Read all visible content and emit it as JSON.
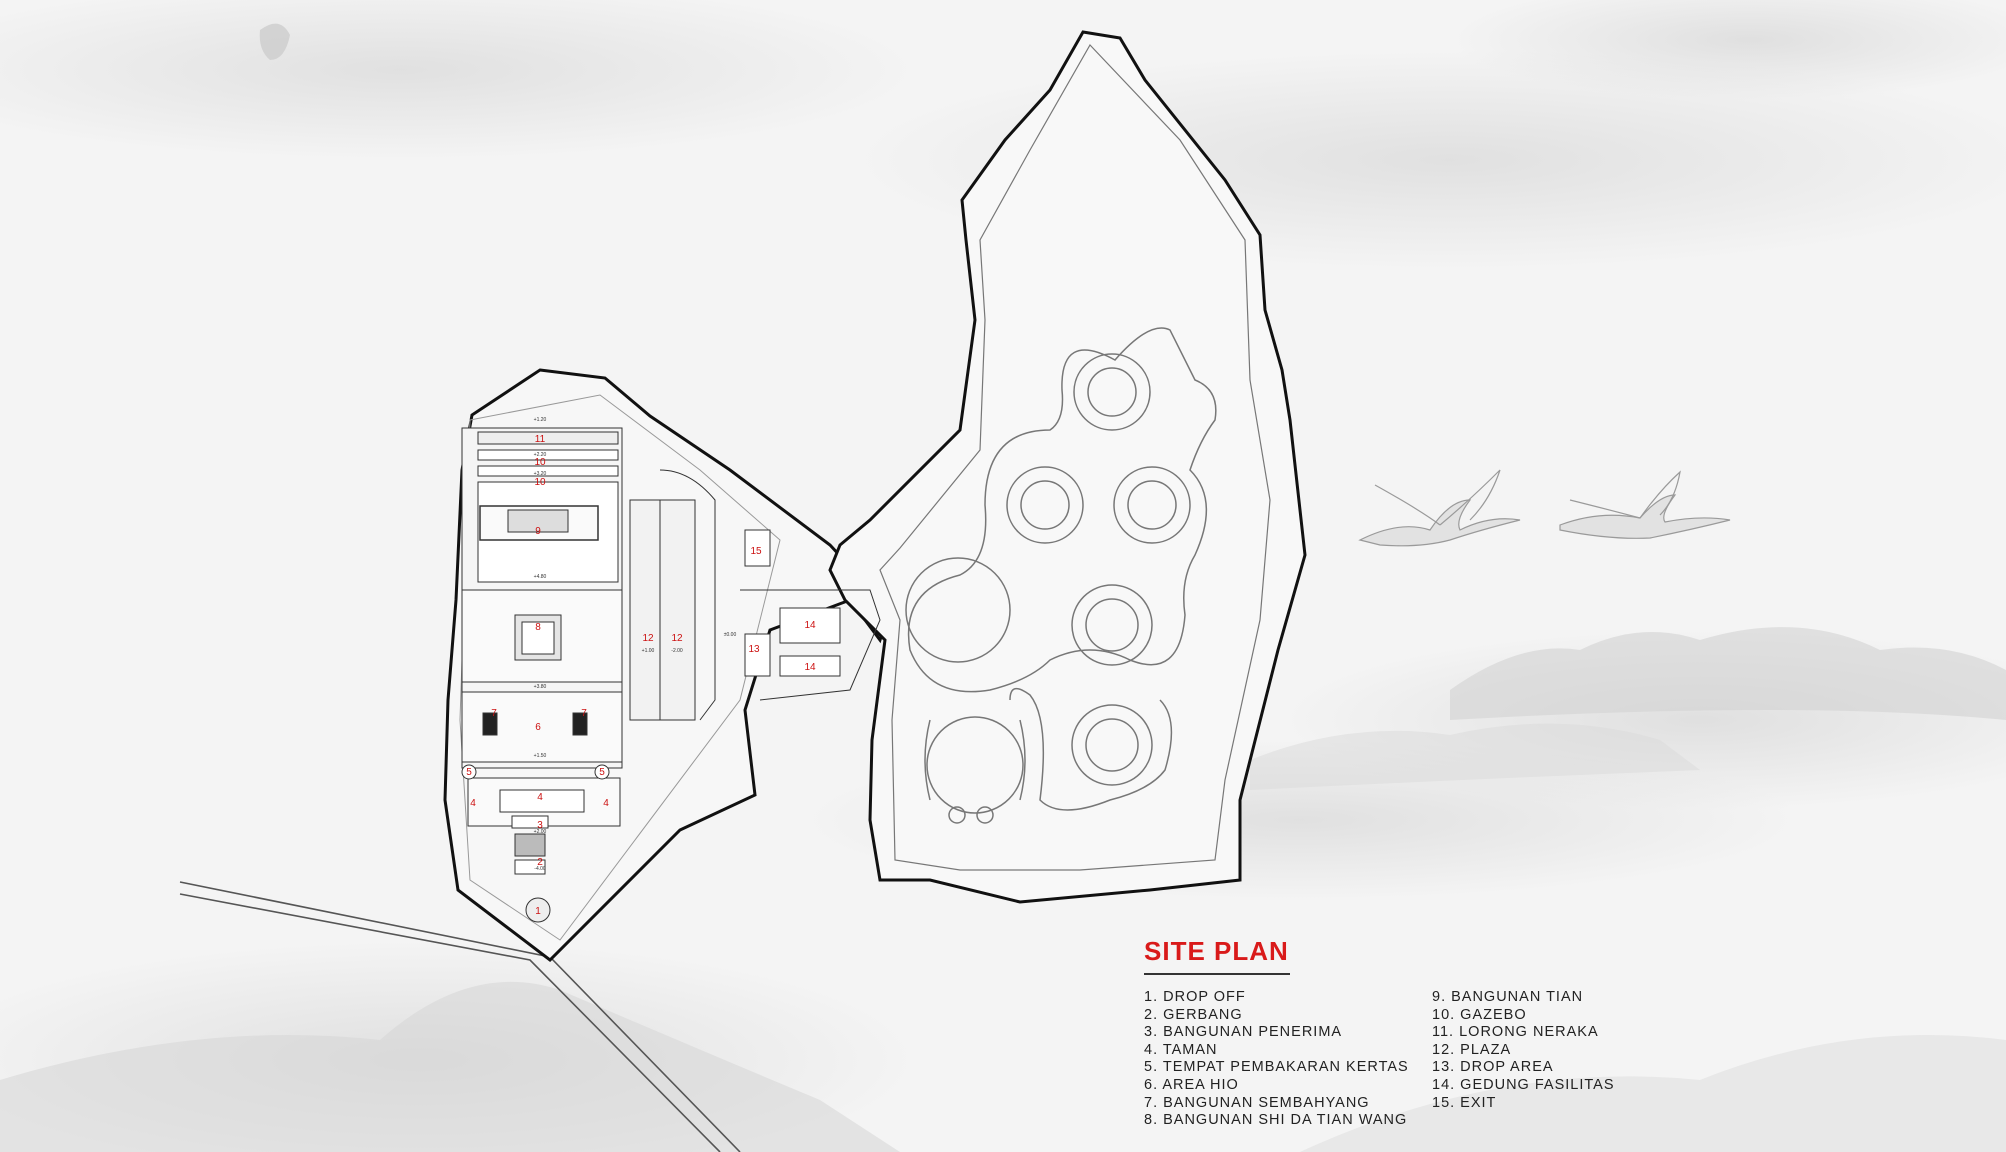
{
  "title": "SITE PLAN",
  "legend": {
    "left": [
      "1. DROP OFF",
      "2. GERBANG",
      "3. BANGUNAN PENERIMA",
      "4. TAMAN",
      "5. TEMPAT PEMBAKARAN KERTAS",
      "6. AREA HIO",
      "7. BANGUNAN SEMBAHYANG",
      "8. BANGUNAN SHI DA TIAN WANG"
    ],
    "right": [
      "9. BANGUNAN TIAN",
      "10. GAZEBO",
      "11. LORONG NERAKA",
      "12. PLAZA",
      "13. DROP AREA",
      "14. GEDUNG FASILITAS",
      "15. EXIT"
    ]
  },
  "plan_labels": {
    "n1": "1",
    "n2": "2",
    "n3": "3",
    "n4": "4",
    "n5": "5",
    "n6": "6",
    "n7": "7",
    "n8": "8",
    "n9": "9",
    "n10": "10",
    "n11": "11",
    "n12": "12",
    "n13": "13",
    "n14": "14",
    "n15": "15"
  },
  "elevations": {
    "e120": "+1.20",
    "e220": "+2.20",
    "e320": "+3.20",
    "e480": "+4.80",
    "e380": "+3.80",
    "e150": "+1.50",
    "e100": "+1.00",
    "e200": "+2.00",
    "e000": "±0.00",
    "em200": "-2.00",
    "em400": "-4.00"
  },
  "colors": {
    "accent": "#d91a1a",
    "line": "#111111",
    "paper": "#f4f4f4"
  }
}
